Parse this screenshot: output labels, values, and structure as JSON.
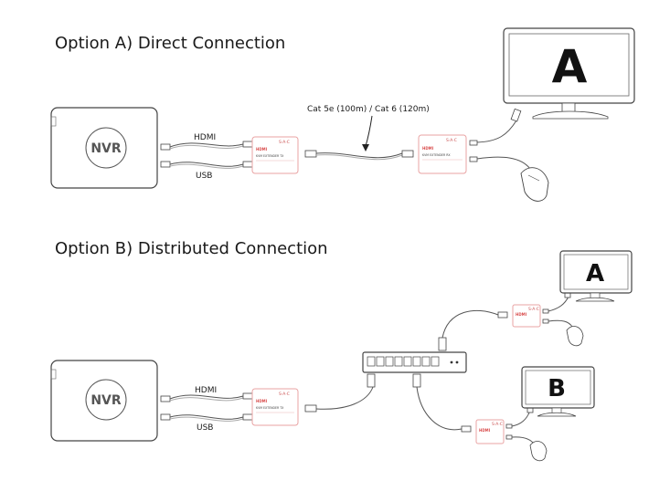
{
  "option_a": {
    "title": "Option A) Direct Connection",
    "nvr_label": "NVR",
    "hdmi_label": "HDMI",
    "usb_label": "USB",
    "cable_label": "Cat 5e (100m) / Cat 6 (120m)",
    "tx_text": "KVM EXTENDER TX",
    "rx_text": "KVM EXTENDER RX",
    "monitor_letter": "A"
  },
  "option_b": {
    "title": "Option B) Distributed Connection",
    "nvr_label": "NVR",
    "hdmi_label": "HDMI",
    "usb_label": "USB",
    "tx_text": "KVM EXTENDER TX",
    "monitor_a_letter": "A",
    "monitor_b_letter": "B"
  },
  "extender": {
    "brand": "S·A·C",
    "hdmi_logo": "HDMI"
  },
  "colors": {
    "accent": "#e9a3a3",
    "line": "#444444",
    "text": "#1a1a1a"
  }
}
